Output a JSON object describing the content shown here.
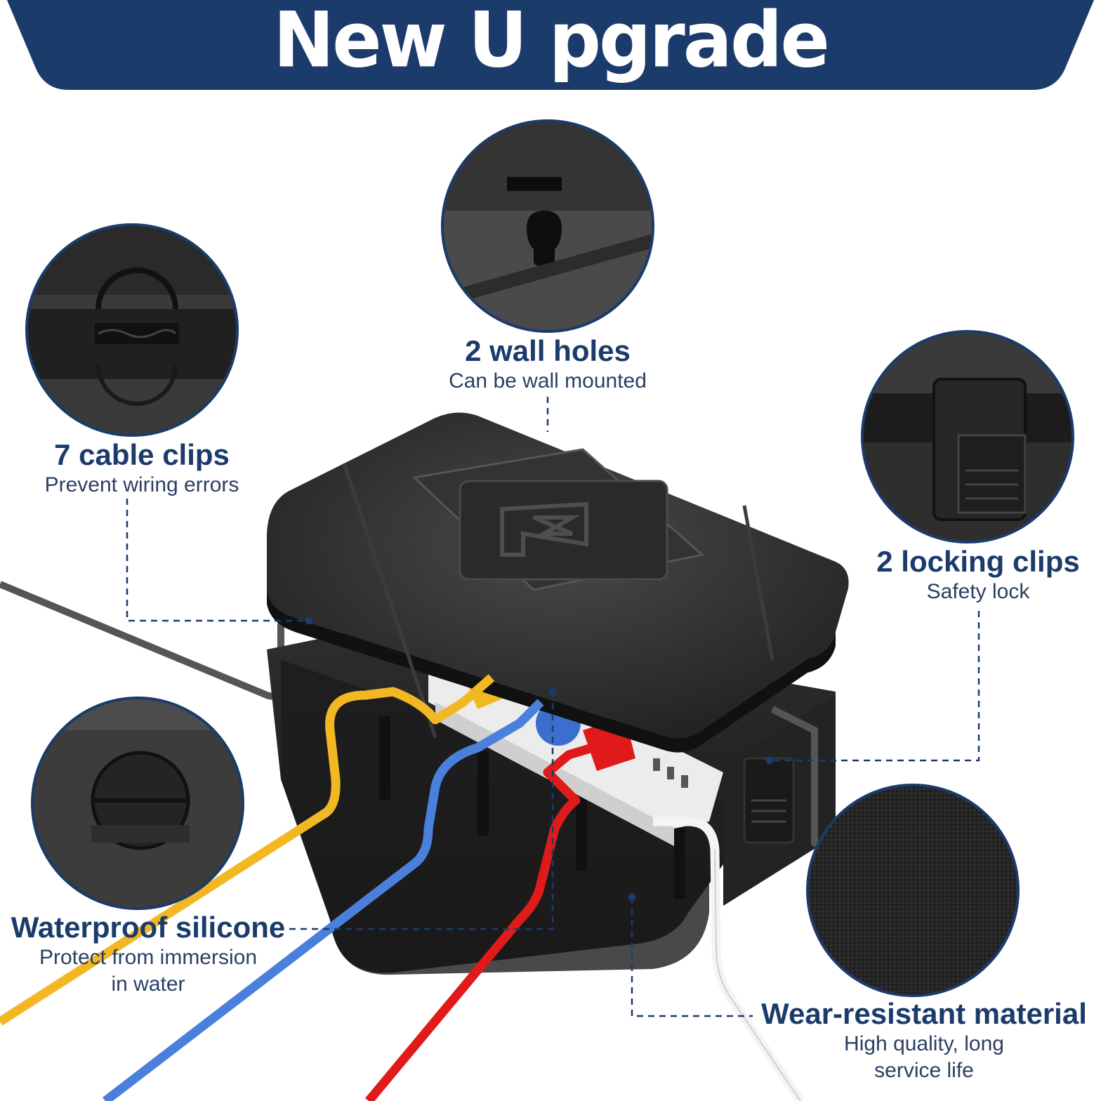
{
  "banner": {
    "title": "New U pgrade",
    "color": "#1b3b6b"
  },
  "features": [
    {
      "title": "2 wall holes",
      "subtitle": "Can be wall mounted"
    },
    {
      "title": "7 cable clips",
      "subtitle": "Prevent wiring errors"
    },
    {
      "title": "2 locking clips",
      "subtitle": "Safety lock"
    },
    {
      "title": "Waterproof silicone",
      "subtitle_line1": "Protect from immersion",
      "subtitle_line2": "in water"
    },
    {
      "title": "Wear-resistant material",
      "subtitle_line1": "High quality, long",
      "subtitle_line2": "service life"
    }
  ],
  "colors": {
    "accent": "#1b3b6b",
    "box": "#2b2b2b",
    "cable_yellow": "#f2b824",
    "cable_blue": "#4a7fdc",
    "cable_red": "#e01a1a",
    "cable_white": "#f4f4f4",
    "cable_gray": "#555555"
  }
}
